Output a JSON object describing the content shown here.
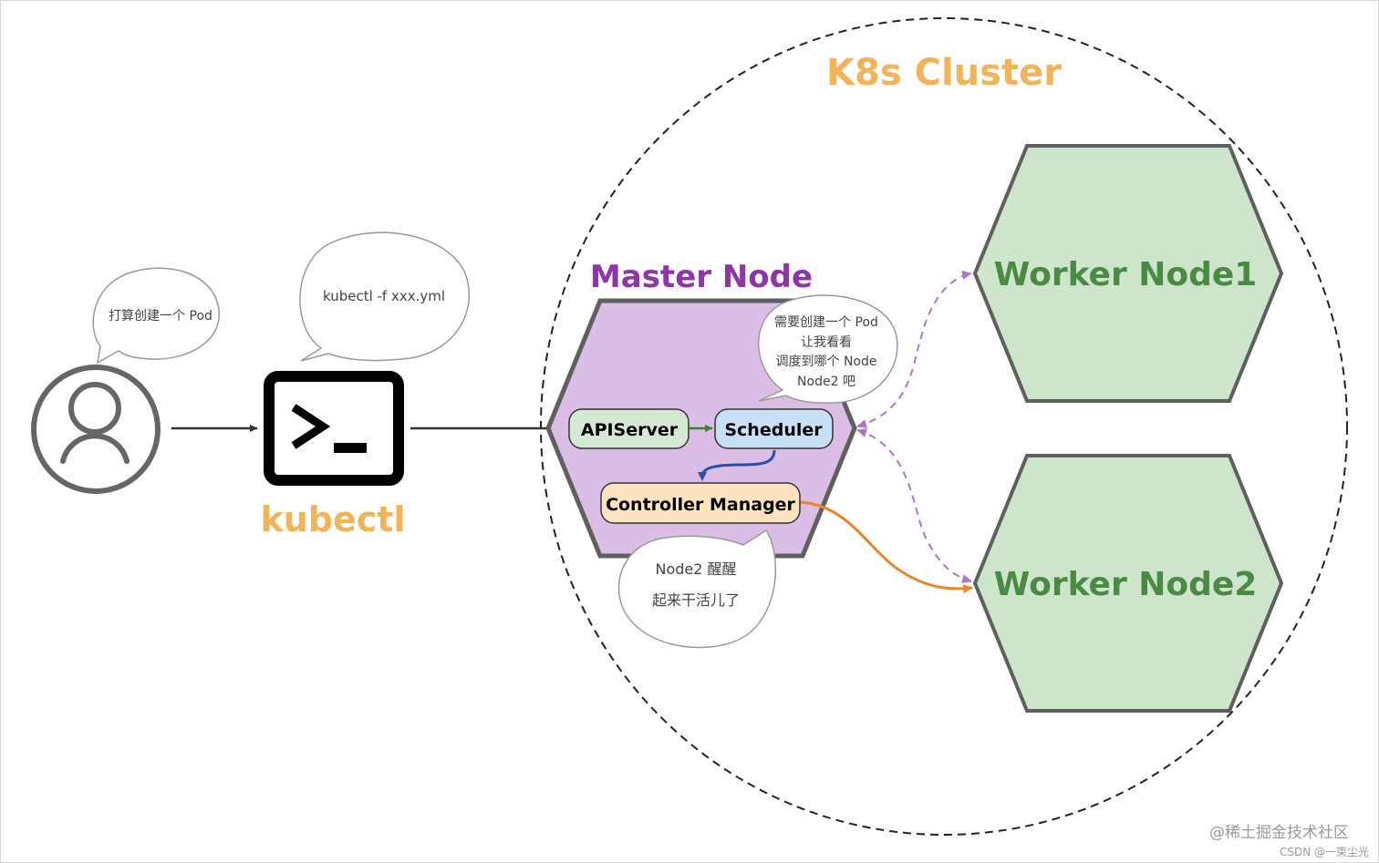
{
  "cluster": {
    "title": "K8s Cluster"
  },
  "user": {
    "bubble": "打算创建一个 Pod"
  },
  "kubectl": {
    "label": "kubectl",
    "bubble": "kubectl -f xxx.yml"
  },
  "master": {
    "title": "Master Node",
    "components": {
      "apiserver": "APIServer",
      "scheduler": "Scheduler",
      "controller_manager": "Controller Manager"
    },
    "scheduler_bubble": [
      "需要创建一个 Pod",
      "让我看看",
      "调度到哪个 Node",
      "Node2 吧"
    ],
    "controller_bubble": [
      "Node2 醒醒",
      "起来干活儿了"
    ]
  },
  "workers": [
    {
      "label": "Worker Node1"
    },
    {
      "label": "Worker Node2"
    }
  ],
  "watermark": {
    "line1": "@稀土掘金技术社区",
    "line2": "CSDN @一束尘光"
  },
  "colors": {
    "cluster_title": "#f2b45a",
    "kubectl_label": "#f2b45a",
    "master_title": "#8e35a8",
    "master_fill": "#dbbde6",
    "worker_fill": "#cde6cb",
    "worker_text": "#4a8a45",
    "apiserver_fill": "#d5e8d4",
    "scheduler_fill": "#c7e0f6",
    "controller_fill": "#fde3bf",
    "orange_arrow": "#e8862e",
    "purple_arrow": "#b072cf",
    "blue_arrow": "#2a4fa6"
  }
}
